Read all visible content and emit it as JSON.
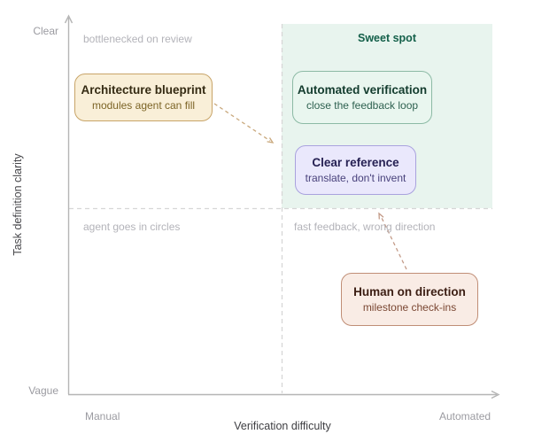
{
  "diagram": {
    "axes": {
      "y": {
        "title": "Task definition clarity",
        "max_label": "Clear",
        "min_label": "Vague"
      },
      "x": {
        "title": "Verification difficulty",
        "min_label": "Manual",
        "max_label": "Automated"
      }
    },
    "quadrants": {
      "top_left": {
        "caption": "bottlenecked on review"
      },
      "top_right": {
        "caption": "Sweet spot"
      },
      "bottom_left": {
        "caption": "agent goes in circles"
      },
      "bottom_right": {
        "caption": "fast feedback, wrong direction"
      }
    },
    "nodes": [
      {
        "title": "Architecture blueprint",
        "subtitle": "modules agent can fill",
        "quadrant": "top_left"
      },
      {
        "title": "Automated verification",
        "subtitle": "close the feedback loop",
        "quadrant": "top_right"
      },
      {
        "title": "Clear reference",
        "subtitle": "translate, don't invent",
        "quadrant": "top_right"
      },
      {
        "title": "Human on direction",
        "subtitle": "milestone check-ins",
        "quadrant": "bottom_right"
      }
    ],
    "arrows": [
      {
        "from": "Architecture blueprint",
        "to": "sweet spot region",
        "style": "dashed"
      },
      {
        "from": "Human on direction",
        "to": "quadrant boundary near 'fast feedback, wrong direction'",
        "style": "dashed"
      }
    ],
    "colors": {
      "background": "#ffffff",
      "sweet_spot_region": "#e8f4ee",
      "sweet_spot_text": "#14604a",
      "axis_line": "#b5b5b5",
      "quadrant_dash": "#d6d6d6",
      "caption_text": "#b3b3b9",
      "axis_end_label": "#9b9ba1",
      "node_architecture": {
        "bg": "#f9efd8",
        "border": "#c8a468",
        "title": "#352b13",
        "subtitle": "#7c6426"
      },
      "node_automated": {
        "bg": "#e9f6ef",
        "border": "#8cbaa5",
        "title": "#133c2e",
        "subtitle": "#2e6150"
      },
      "node_reference": {
        "bg": "#eae8fc",
        "border": "#a9a2de",
        "title": "#262153",
        "subtitle": "#49427c"
      },
      "node_human": {
        "bg": "#f9ece5",
        "border": "#c08e76",
        "title": "#3c1e13",
        "subtitle": "#7a4733"
      },
      "arrow_warm": "#c9a87c",
      "arrow_rose": "#c39a87"
    }
  }
}
